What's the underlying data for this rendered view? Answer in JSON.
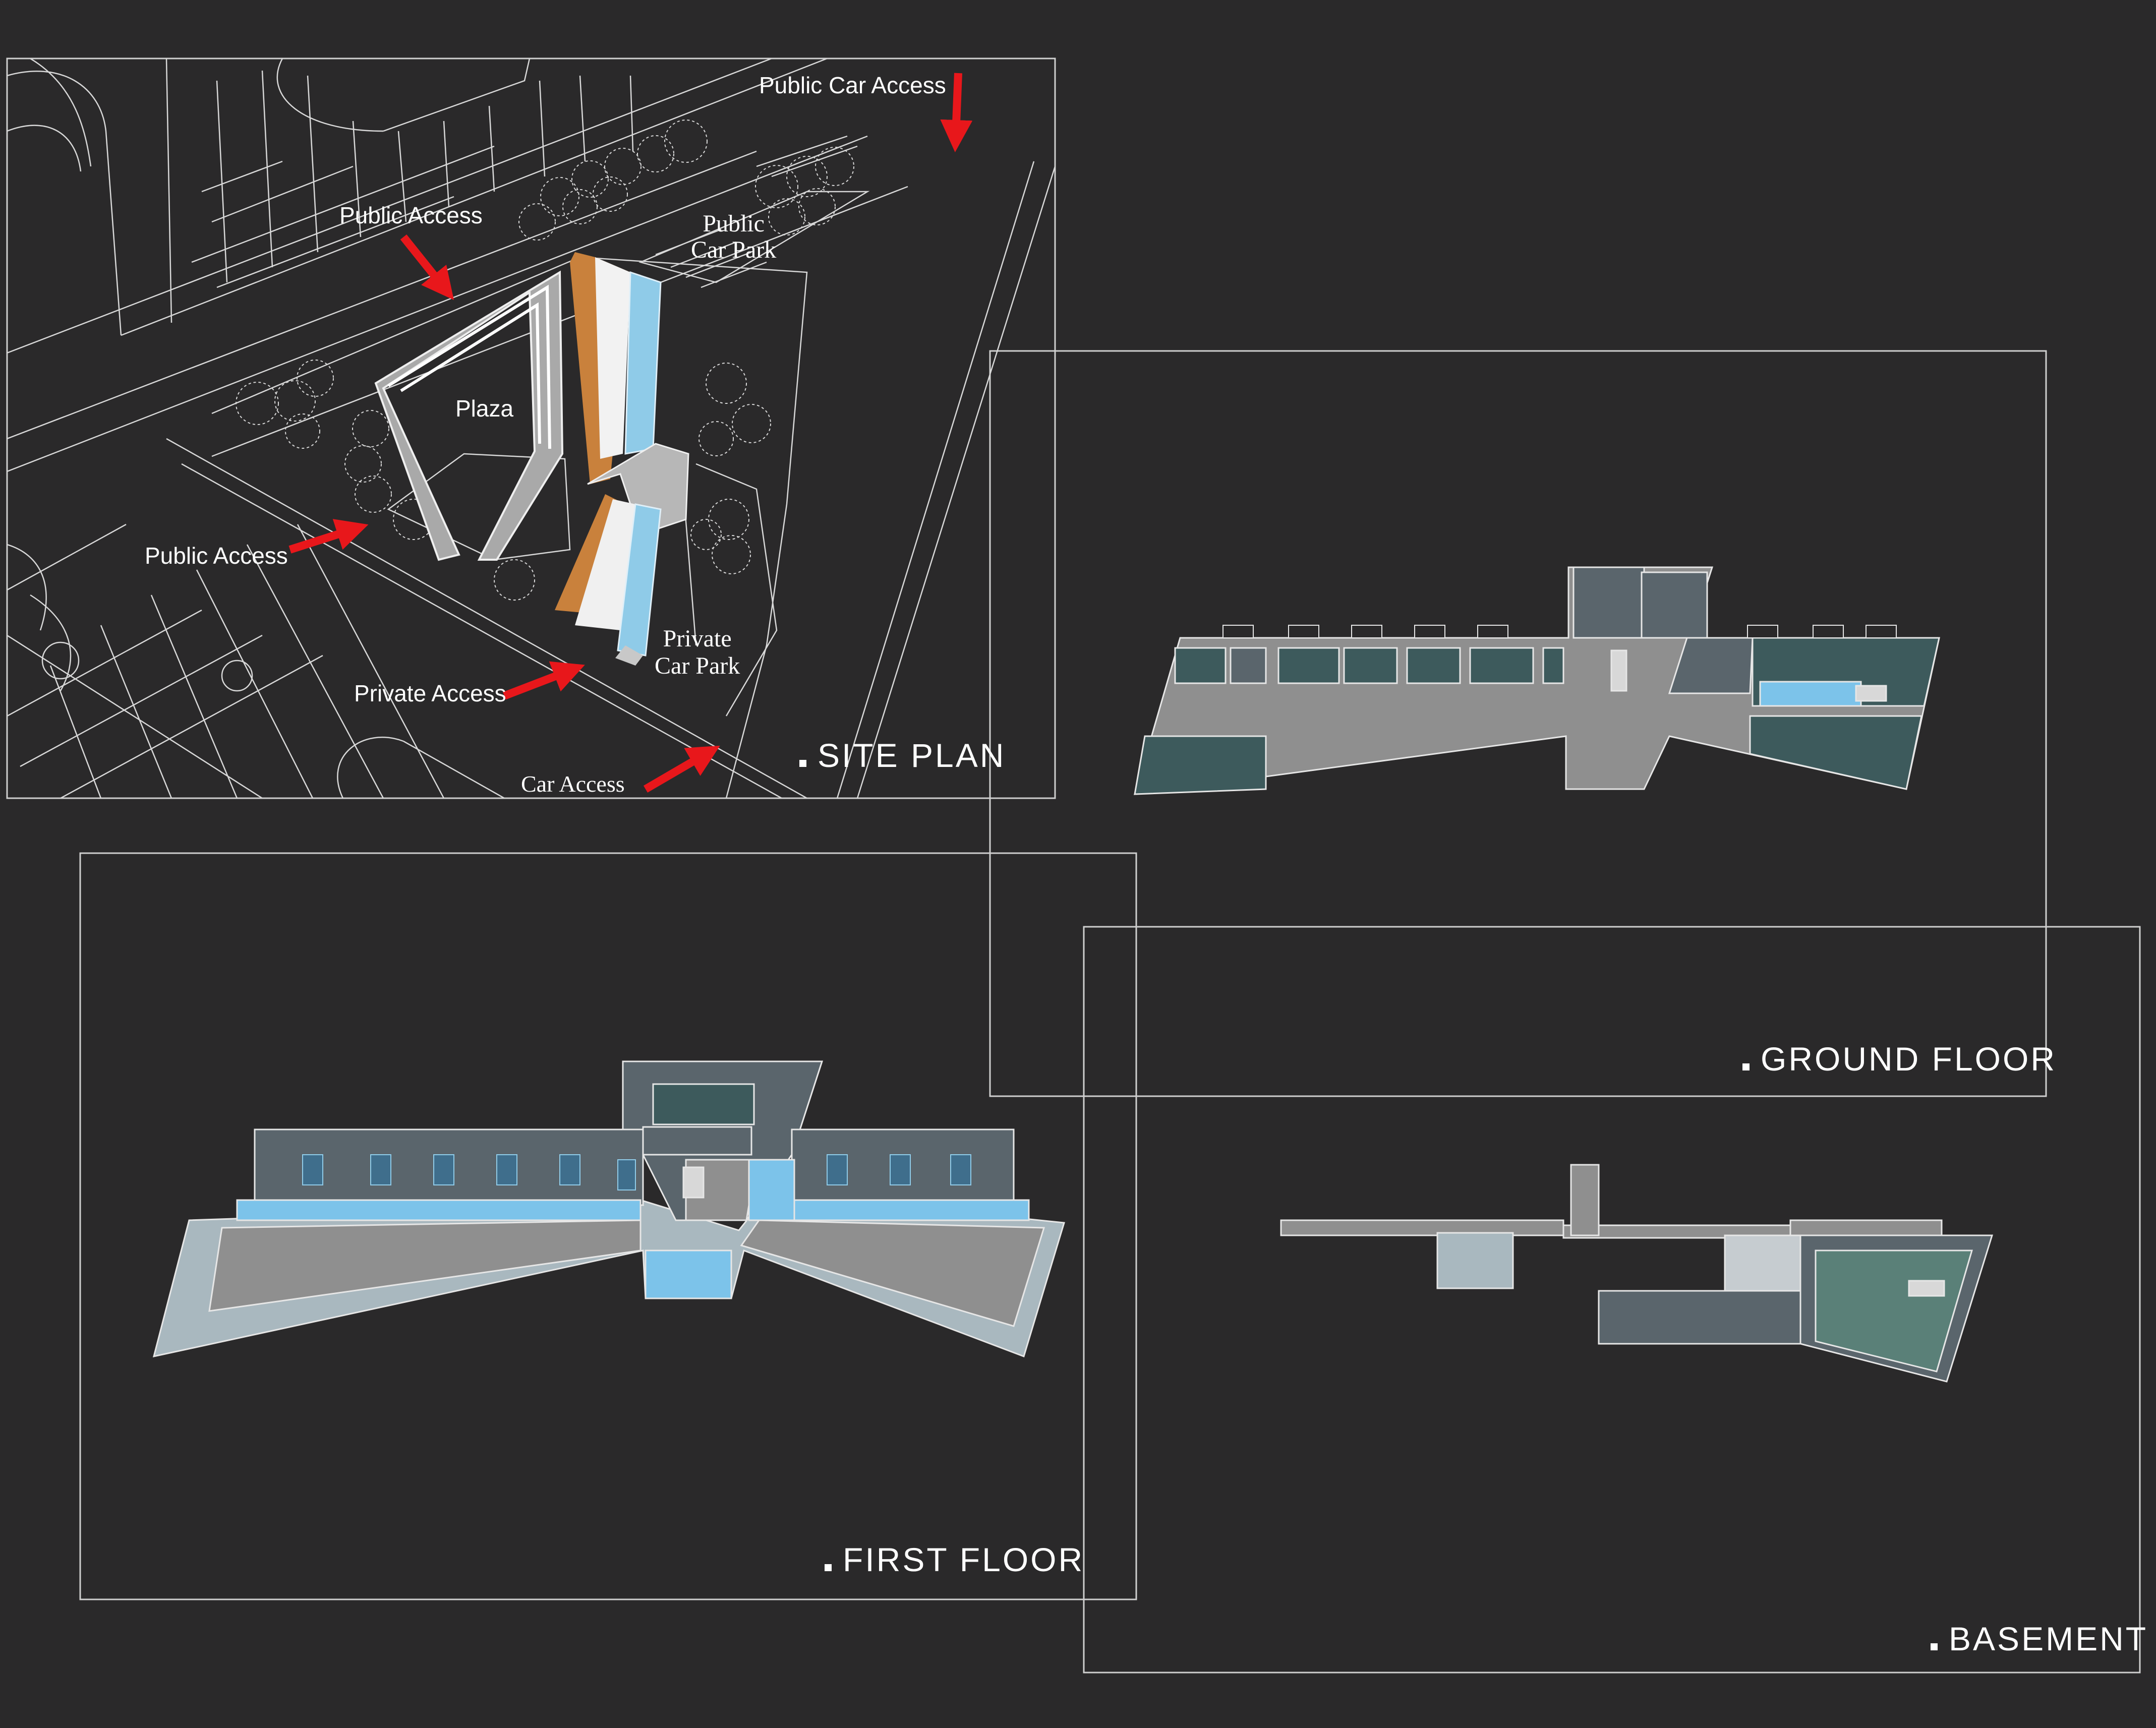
{
  "panels": {
    "site_plan": {
      "title": "SITE PLAN"
    },
    "ground_floor": {
      "title": "GROUND FLOOR"
    },
    "first_floor": {
      "title": "FIRST FLOOR"
    },
    "basement": {
      "title": "BASEMENT"
    }
  },
  "site_labels": {
    "public_car_access": "Public Car Access",
    "public_access_top": "Public Access",
    "public_car_park": "Public\nCar Park",
    "plaza": "Plaza",
    "public_access_left": "Public Access",
    "private_car_park": "Private\nCar Park",
    "private_access": "Private Access",
    "car_access": "Car Access"
  },
  "colors": {
    "background": "#2a292a",
    "linework": "#d8d8d8",
    "access_arrow": "#e8171b",
    "floor_gray": "#8f8f8f",
    "room_teal": "#3d5a5c",
    "room_slate": "#5a656c",
    "glass_blue": "#8fcbe8",
    "pool_blue": "#7cc3ea",
    "timber": "#c9813c"
  }
}
